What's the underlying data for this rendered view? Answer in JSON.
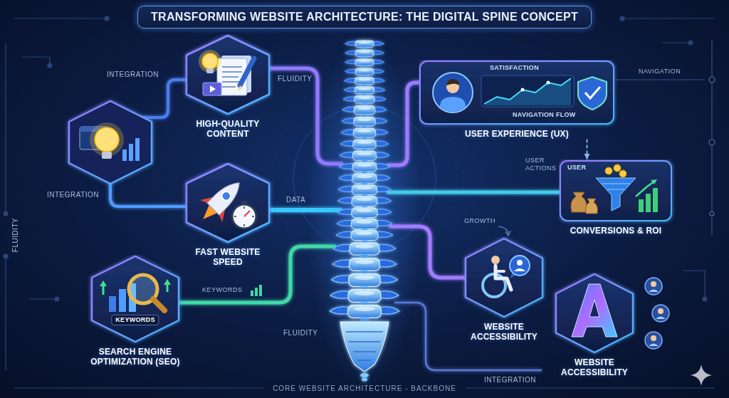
{
  "diagram": {
    "title": "TRANSFORMING WEBSITE ARCHITECTURE: THE DIGITAL SPINE CONCEPT",
    "nodes": [
      {
        "text": [
          "HIGH-QUALITY CONTENT"
        ]
      },
      {
        "text": [
          "SATISFACTION",
          "NAVIGATION FLOW",
          "USER EXPERIENCE (UX)"
        ]
      },
      {
        "text": [
          "FAST WEBSITE SPEED"
        ]
      },
      {
        "text": [
          "USER",
          "CONVERSIONS & ROI"
        ]
      },
      {
        "text": [
          "KEYWORDS",
          "SEARCH ENGINE OPTIMIZATION (SEO)"
        ]
      },
      {
        "text": [
          "WEBSITE ACCESSIBILITY"
        ]
      },
      {
        "text": [
          "WEBSITE ACCESSIBILITY"
        ]
      }
    ],
    "edges": [
      {
        "from": 1,
        "to": 3,
        "arrow": "to"
      }
    ],
    "labels": [
      "INTEGRATION",
      "FLUIDITY",
      "INTEGRATION",
      "FLUIDITY",
      "DATA",
      "USER ACTIONS",
      "NAVIGATION",
      "GROWTH",
      "KEYWORDS",
      "FLUIDITY",
      "INTEGRATION",
      "CORE WEBSITE ARCHITECTURE - BACKBONE"
    ]
  }
}
